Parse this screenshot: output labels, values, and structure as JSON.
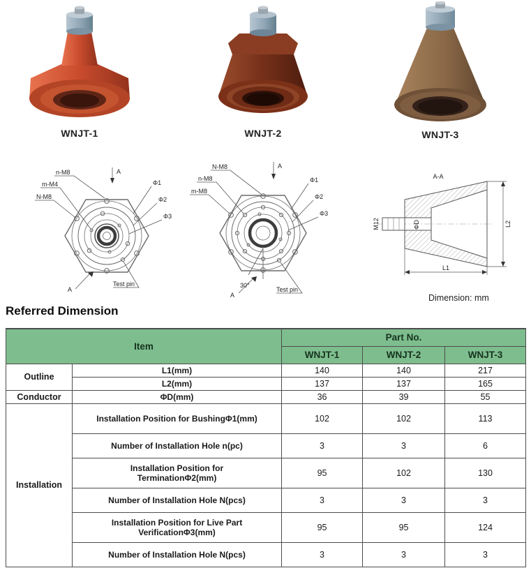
{
  "page": {
    "dimension_note": "Dimension: mm",
    "section_title": "Referred Dimension"
  },
  "products": [
    {
      "name": "WNJT-1",
      "body_color": "#c6492e",
      "cap_color": "#8ba3b8"
    },
    {
      "name": "WNJT-2",
      "body_color": "#7c3a26",
      "cap_color": "#8ba3b8"
    },
    {
      "name": "WNJT-3",
      "body_color": "#8a6a4e",
      "cap_color": "#9db3c6"
    }
  ],
  "drawings": {
    "view1": {
      "bolt_label_1": "n-M8",
      "bolt_label_2": "m-M4",
      "bolt_label_3": "N-M8",
      "section_label_top": "A",
      "section_label_bottom": "A",
      "dia_label_1": "Φ1",
      "dia_label_2": "Φ2",
      "dia_label_3": "Φ3",
      "test_pin_label": "Test pin"
    },
    "view2": {
      "bolt_label_1": "N-M8",
      "bolt_label_2": "n-M8",
      "bolt_label_3": "m-M8",
      "section_label_top": "A",
      "section_label_bottom": "A",
      "dia_label_1": "Φ1",
      "dia_label_2": "Φ2",
      "dia_label_3": "Φ3",
      "angle_label": "30°",
      "test_pin_label": "Test pin"
    },
    "view3": {
      "title": "A-A",
      "thread_label": "M12",
      "dia_label": "ΦD",
      "length_label_1": "L1",
      "length_label_2": "L2"
    }
  },
  "table": {
    "item_header": "Item",
    "part_no_header": "Part No.",
    "part_columns": [
      "WNJT-1",
      "WNJT-2",
      "WNJT-3"
    ],
    "groups": [
      {
        "label": "Outline"
      },
      {
        "label": "Conductor"
      },
      {
        "label": "Installation"
      }
    ],
    "rows": [
      {
        "item": "L1(mm)",
        "values": [
          "140",
          "140",
          "217"
        ]
      },
      {
        "item": "L2(mm)",
        "values": [
          "137",
          "137",
          "165"
        ]
      },
      {
        "item": "ΦD(mm)",
        "values": [
          "36",
          "39",
          "55"
        ]
      },
      {
        "item": "Installation Position for BushingΦ1(mm)",
        "values": [
          "102",
          "102",
          "113"
        ]
      },
      {
        "item": "Number of Installation Hole n(pc)",
        "values": [
          "3",
          "3",
          "6"
        ]
      },
      {
        "item": "Installation Position for\nTerminationΦ2(mm)",
        "values": [
          "95",
          "102",
          "130"
        ]
      },
      {
        "item": "Number of Installation Hole N(pcs)",
        "values": [
          "3",
          "3",
          "3"
        ]
      },
      {
        "item": "Installation Position for Live Part\nVerificationΦ3(mm)",
        "values": [
          "95",
          "95",
          "124"
        ]
      },
      {
        "item": "Number of Installation Hole N(pcs)",
        "values": [
          "3",
          "3",
          "3"
        ]
      }
    ]
  },
  "colors": {
    "table_header_green": "#7ebd8d",
    "table_header_text": "#16331f"
  }
}
